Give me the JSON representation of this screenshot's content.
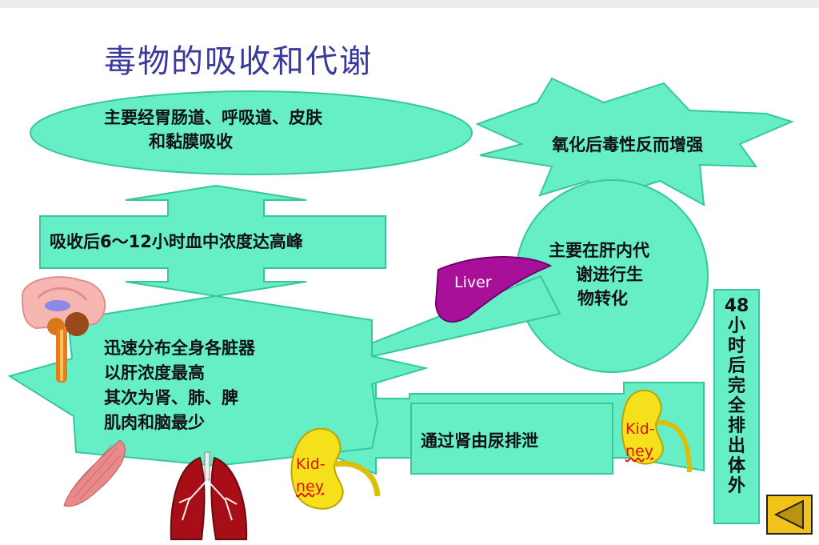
{
  "title": "毒物的吸收和代谢",
  "nodes": {
    "absorption_lines": [
      "主要经胃肠道、呼吸道、皮肤",
      "和黏膜吸收"
    ],
    "oxidation": "氧化后毒性反而增强",
    "peak": "吸收后6～12小时血中浓度达高峰",
    "liver_metabolism_lines": [
      "主要在肝内代",
      "谢进行生",
      "物转化"
    ],
    "distribution_lines": [
      "迅速分布全身各脏器",
      "以肝浓度最高",
      "其次为肾、肺、脾",
      "肌肉和脑最少"
    ],
    "excretion": "通过肾由尿排泄",
    "complete_excretion_chars": [
      "48",
      "小",
      "时",
      "后",
      "完",
      "全",
      "排",
      "出",
      "体",
      "外"
    ]
  },
  "organ_labels": {
    "liver": "Liver",
    "kidney_left": [
      "Kid-",
      "ney"
    ],
    "kidney_right": [
      "Kid-",
      "ney"
    ]
  },
  "colors": {
    "shape_fill": "#66eec6",
    "shape_stroke": "#37c79a",
    "title": "#3a3a9e",
    "liver": "#a8109a",
    "kidney": "#f4e11c",
    "nav_button": "#f2c21b"
  },
  "icons": [
    "brain-icon",
    "lungs-icon",
    "muscle-icon",
    "liver-icon",
    "kidney-icon",
    "back-arrow-icon"
  ]
}
